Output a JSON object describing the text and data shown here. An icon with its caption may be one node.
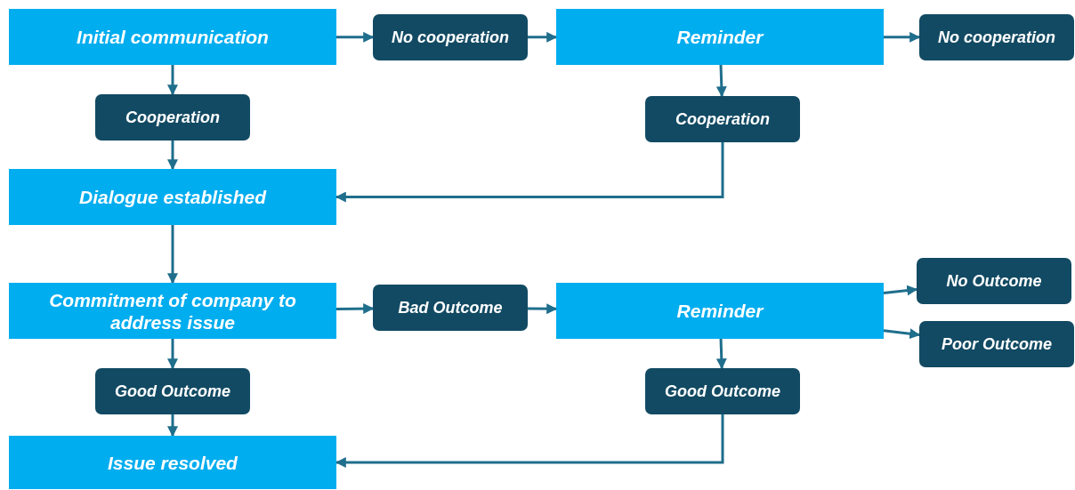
{
  "diagram": {
    "nodes": [
      {
        "text": [
          "Initial communication"
        ]
      },
      {
        "text": [
          "No cooperation"
        ]
      },
      {
        "text": [
          "Reminder"
        ]
      },
      {
        "text": [
          "No cooperation"
        ]
      },
      {
        "text": [
          "Cooperation"
        ]
      },
      {
        "text": [
          "Cooperation"
        ]
      },
      {
        "text": [
          "Dialogue established"
        ]
      },
      {
        "text": [
          "Commitment of company to address issue"
        ]
      },
      {
        "text": [
          "Bad Outcome"
        ]
      },
      {
        "text": [
          "Reminder"
        ]
      },
      {
        "text": [
          "No Outcome"
        ]
      },
      {
        "text": [
          "Poor Outcome"
        ]
      },
      {
        "text": [
          "Good Outcome"
        ]
      },
      {
        "text": [
          "Good Outcome"
        ]
      },
      {
        "text": [
          "Issue resolved"
        ]
      }
    ],
    "edges": [
      {
        "from": 0,
        "to": 1,
        "arrow": "to"
      },
      {
        "from": 1,
        "to": 2,
        "arrow": "to"
      },
      {
        "from": 2,
        "to": 3,
        "arrow": "to"
      },
      {
        "from": 0,
        "to": 4,
        "arrow": "to"
      },
      {
        "from": 4,
        "to": 6,
        "arrow": "to"
      },
      {
        "from": 2,
        "to": 5,
        "arrow": "to"
      },
      {
        "from": 5,
        "to": 6,
        "arrow": "to"
      },
      {
        "from": 6,
        "to": 7,
        "arrow": "to"
      },
      {
        "from": 7,
        "to": 8,
        "arrow": "to"
      },
      {
        "from": 8,
        "to": 9,
        "arrow": "to"
      },
      {
        "from": 9,
        "to": 10,
        "arrow": "to"
      },
      {
        "from": 9,
        "to": 11,
        "arrow": "to"
      },
      {
        "from": 7,
        "to": 12,
        "arrow": "to"
      },
      {
        "from": 12,
        "to": 14,
        "arrow": "to"
      },
      {
        "from": 9,
        "to": 13,
        "arrow": "to"
      },
      {
        "from": 13,
        "to": 14,
        "arrow": "to"
      }
    ]
  }
}
